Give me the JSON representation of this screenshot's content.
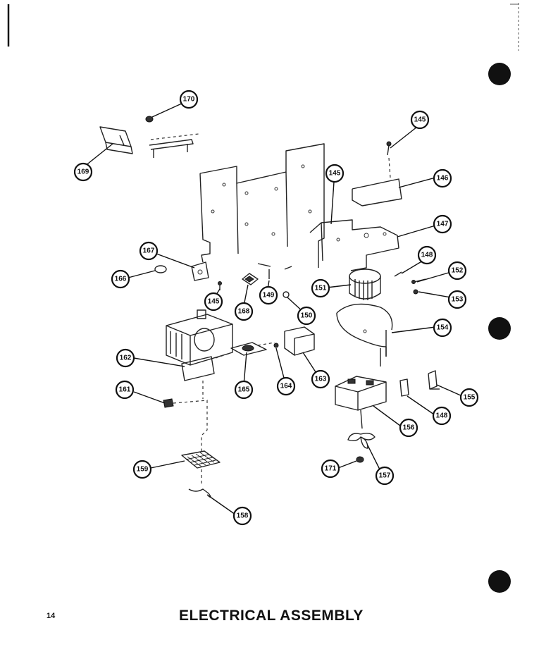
{
  "page": {
    "number": "14",
    "title": "ELECTRICAL ASSEMBLY"
  },
  "callouts": {
    "c170": "170",
    "c169": "169",
    "c145a": "145",
    "c145b": "145",
    "c145c": "145",
    "c146": "146",
    "c147": "147",
    "c148a": "148",
    "c148b": "148",
    "c149a": "149",
    "c150": "150",
    "c151": "151",
    "c152": "152",
    "c153": "153",
    "c154": "154",
    "c155": "155",
    "c156": "156",
    "c157": "157",
    "c158": "158",
    "c159": "159",
    "c161": "161",
    "c162": "162",
    "c163": "163",
    "c164": "164",
    "c165": "165",
    "c166": "166",
    "c167": "167",
    "c168": "168",
    "c171": "171"
  },
  "colors": {
    "ink": "#111111",
    "paper": "#ffffff"
  }
}
